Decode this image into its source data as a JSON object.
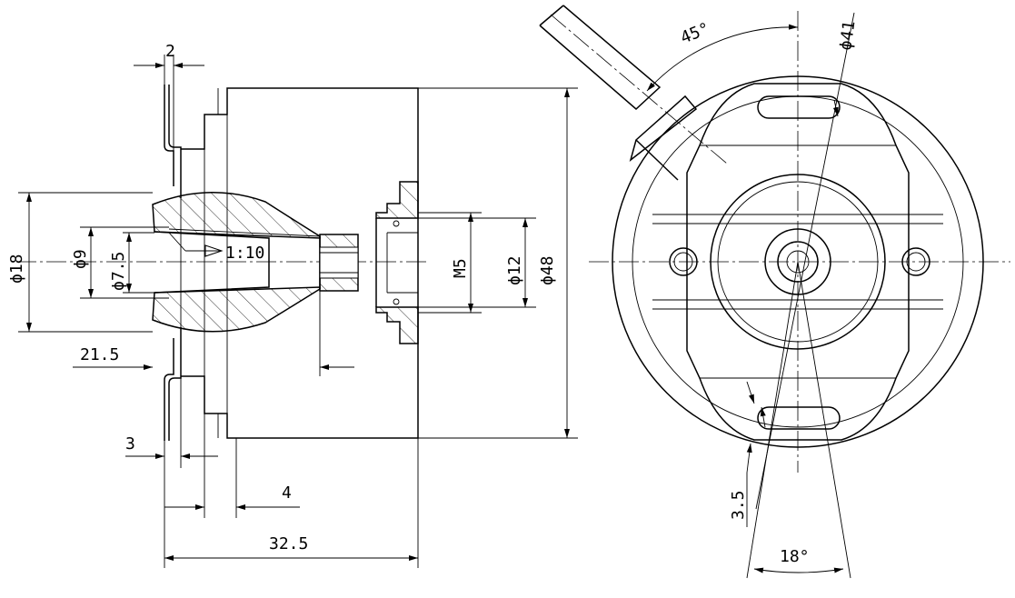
{
  "title": "",
  "side_view": {
    "dimensions": {
      "flange_thickness": "2",
      "cone_diameter": "ϕ18",
      "bore_diameter": "ϕ9",
      "shaft_diameter": "ϕ7.5",
      "taper": "1:10",
      "thread": "M5",
      "hub_diameter": "ϕ12",
      "body_diameter": "ϕ48",
      "shaft_depth": "21.5",
      "flange_offset": "3",
      "step_length": "4",
      "overall_length": "32.5"
    }
  },
  "front_view": {
    "dimensions": {
      "cable_angle": "45°",
      "mounting_circle": "ϕ41",
      "slot_width": "3.5",
      "slot_angle": "18°"
    }
  }
}
